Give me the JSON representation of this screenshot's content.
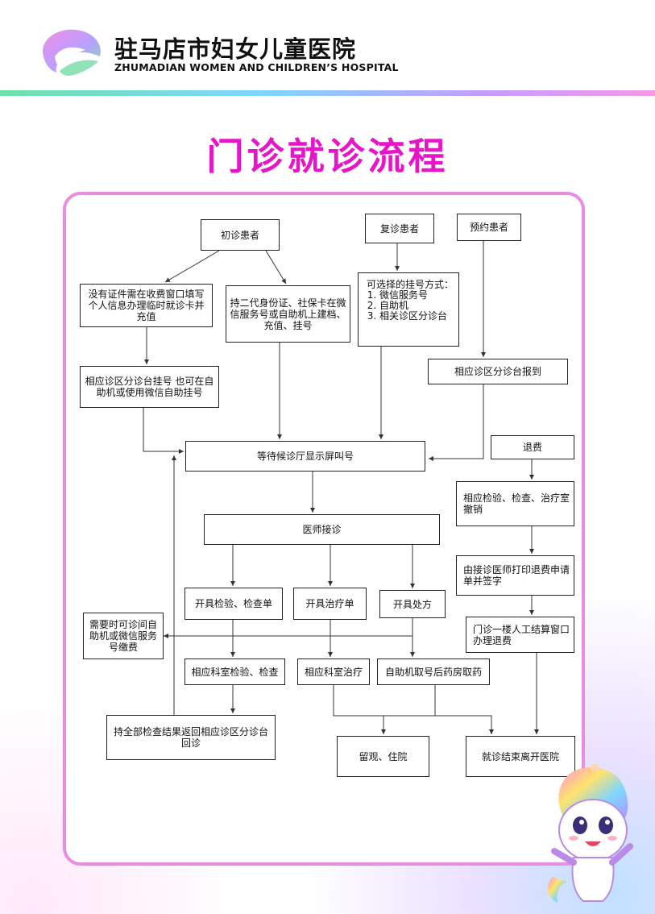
{
  "header": {
    "hospital_name_cn": "驻马店市妇女儿童医院",
    "hospital_name_en": "ZHUMADIAN WOMEN AND CHILDREN’S HOSPITAL"
  },
  "title": "门诊就诊流程",
  "nodes": {
    "first_visit": "初诊患者",
    "return_visit": "复诊患者",
    "appointment": "预约患者",
    "no_id": "没有证件需在收费窗口填写个人信息办理临时就诊卡并充值",
    "with_id": "持二代身份证、社保卡在微信服务号或自助机上建档、充值、挂号",
    "reg_options_title": "可选择的挂号方式：",
    "reg_options": [
      "微信服务号",
      "自助机",
      "相关诊区分诊台"
    ],
    "triage_register": "相应诊区分诊台挂号 也可在自助机或使用微信自助挂号",
    "triage_checkin": "相应诊区分诊台报到",
    "waiting": "等待候诊厅显示屏叫号",
    "refund": "退费",
    "refund_cancel": "相应检验、检查、治疗室撤销",
    "refund_print": "由接诊医师打印退费申请单并签字",
    "refund_settle": "门诊一楼人工结算窗口办理退费",
    "doctor": "医师接诊",
    "exam_order": "开具检验、检查单",
    "treat_order": "开具治疗单",
    "prescription": "开具处方",
    "pay_note": "需要时可诊间自助机或微信服务号缴费",
    "exam_dept": "相应科室检验、检查",
    "treat_dept": "相应科室治疗",
    "pharmacy": "自助机取号后药房取药",
    "return_results": "持全部检查结果返回相应诊区分诊台回诊",
    "observe": "留观、住院",
    "leave": "就诊结束离开医院"
  },
  "colors": {
    "title": "#e616c8",
    "frame": "#e88ce6",
    "line": "#333333"
  },
  "icons": {
    "logo": "hospital-logo-icon",
    "mascot": "unicorn-mascot-icon"
  }
}
